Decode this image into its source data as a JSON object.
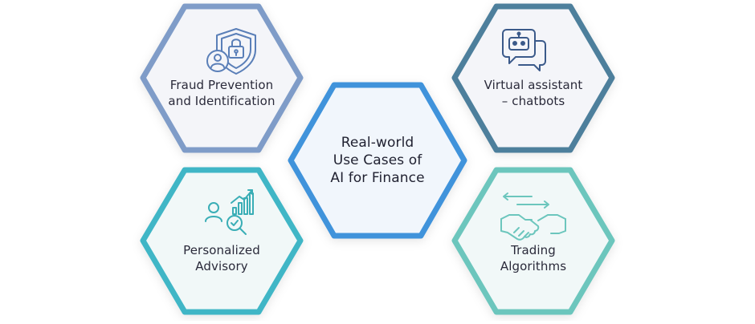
{
  "center": {
    "lines": [
      "Real-world",
      "Use Cases of",
      "AI for Finance"
    ]
  },
  "nodes": [
    {
      "key": "fraud",
      "lines": [
        "Fraud Prevention",
        "and Identification"
      ],
      "border": "#7f9cc8",
      "fill": "#f4f5f9",
      "icon": "shield-lock-user-icon"
    },
    {
      "key": "assistant",
      "lines": [
        "Virtual assistant",
        "– chatbots"
      ],
      "border": "#4d7f9c",
      "fill": "#f4f5f9",
      "icon": "chatbot-icon"
    },
    {
      "key": "advisory",
      "lines": [
        "Personalized",
        "Advisory"
      ],
      "border": "#3fb6c6",
      "fill": "#f1f8f8",
      "icon": "advisor-chart-icon"
    },
    {
      "key": "trading",
      "lines": [
        "Trading",
        "Algorithms"
      ],
      "border": "#6cc6bd",
      "fill": "#f1f8f8",
      "icon": "handshake-icon"
    }
  ],
  "colors": {
    "center_border": "#3f93db",
    "center_fill": "#f1f6fc",
    "icon_blue": "#5a7fb8",
    "icon_teal": "#3aaeb6",
    "icon_navy": "#3b5a8a"
  }
}
